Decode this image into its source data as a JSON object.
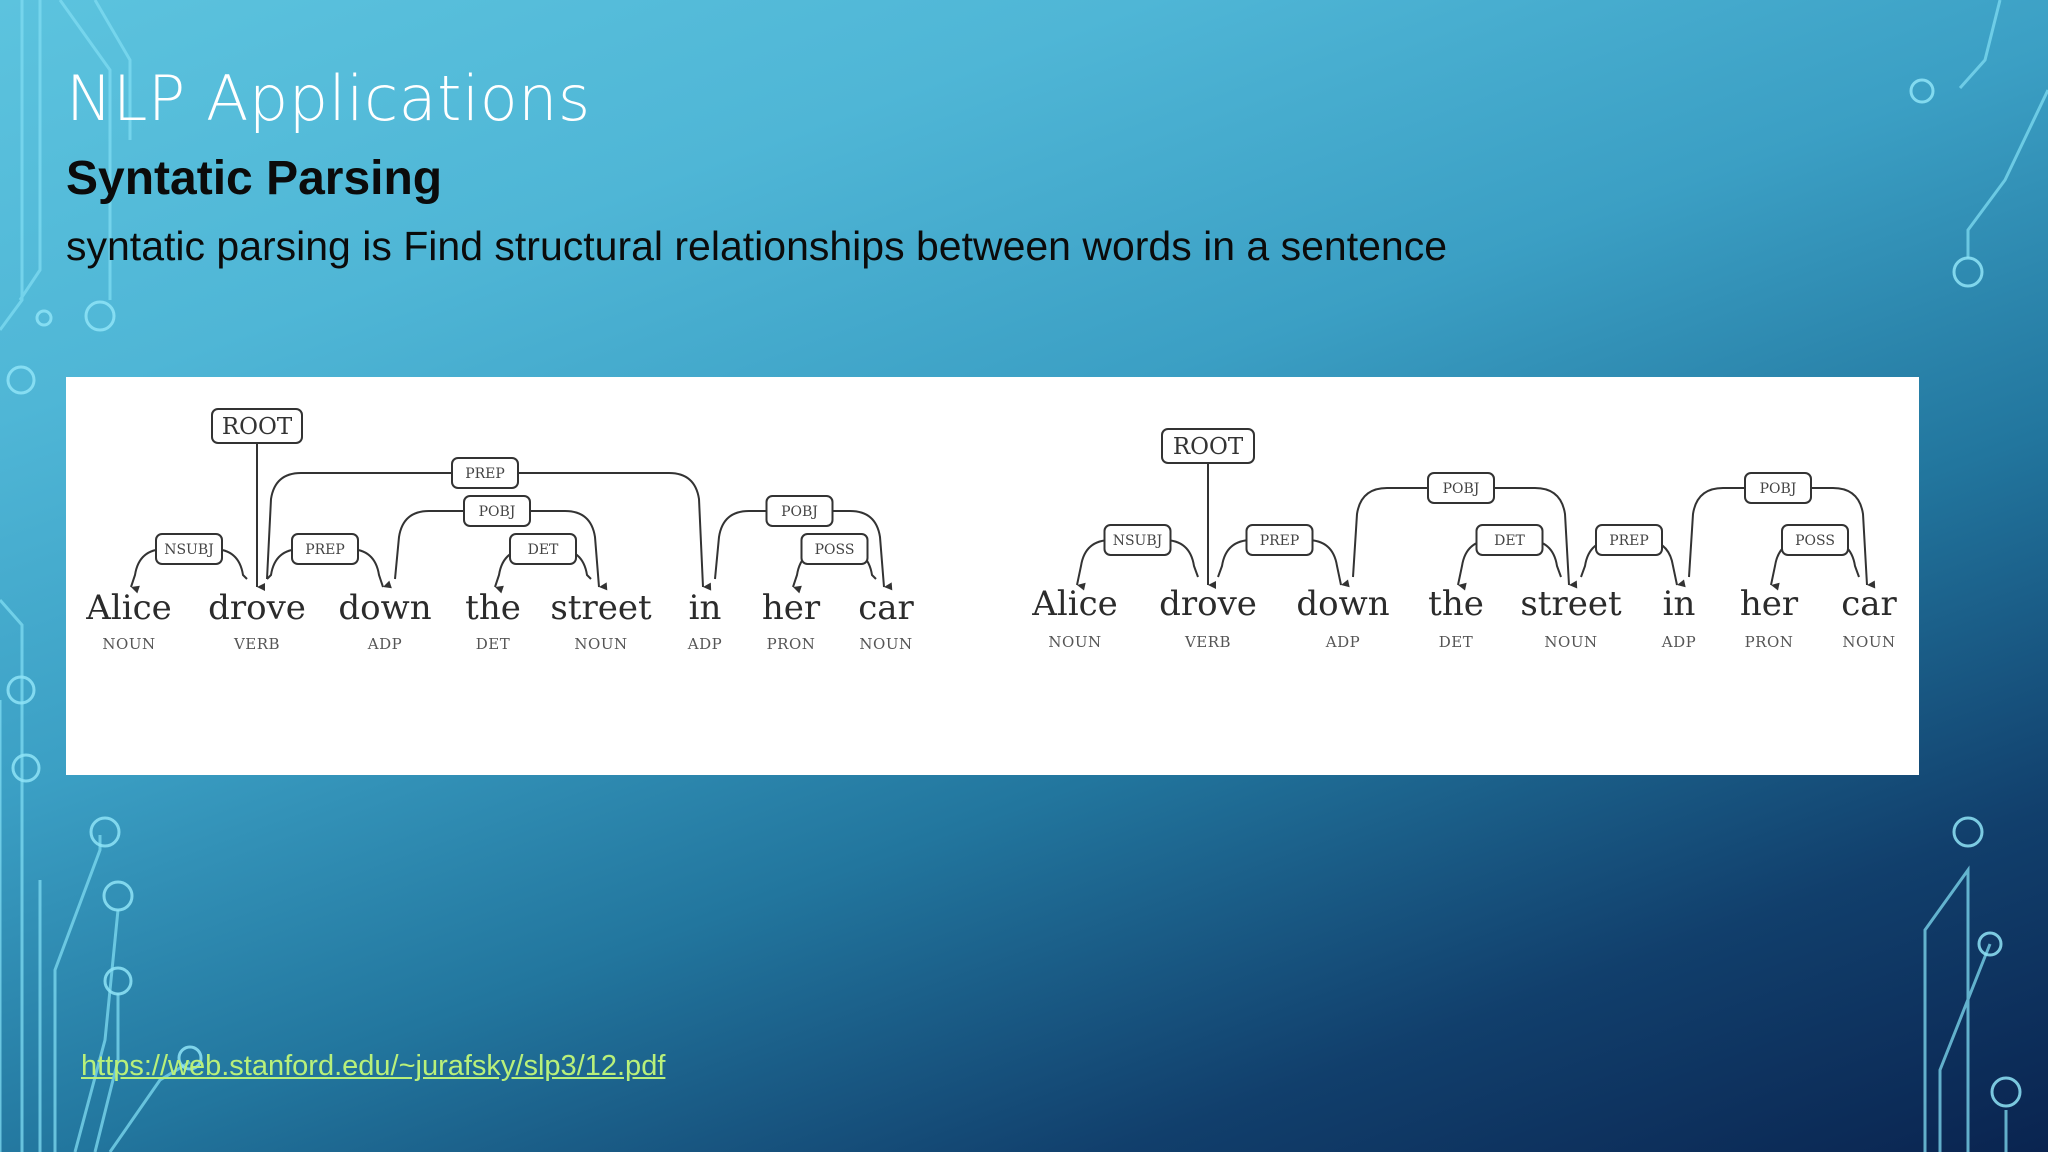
{
  "slide": {
    "title": "NLP Applications",
    "subtitle": "Syntatic Parsing",
    "description": "syntatic parsing is Find structural relationships between words in a sentence",
    "link": "https://web.stanford.edu/~jurafsky/slp3/12.pdf"
  },
  "colors": {
    "background_top": "#5cc3de",
    "background_bottom": "#0a2450",
    "title": "#ffffff",
    "body_text": "#0b0b0b",
    "link": "#b9f07a",
    "circuit": "#6fd3ee"
  },
  "figure": {
    "root_label": "ROOT",
    "parses": [
      {
        "words": [
          {
            "word": "Alice",
            "pos": "NOUN"
          },
          {
            "word": "drove",
            "pos": "VERB"
          },
          {
            "word": "down",
            "pos": "ADP"
          },
          {
            "word": "the",
            "pos": "DET"
          },
          {
            "word": "street",
            "pos": "NOUN"
          },
          {
            "word": "in",
            "pos": "ADP"
          },
          {
            "word": "her",
            "pos": "PRON"
          },
          {
            "word": "car",
            "pos": "NOUN"
          }
        ],
        "arcs": [
          {
            "head": 1,
            "dep": 0,
            "label": "NSUBJ"
          },
          {
            "head": 1,
            "dep": 2,
            "label": "PREP"
          },
          {
            "head": 2,
            "dep": 4,
            "label": "POBJ"
          },
          {
            "head": 4,
            "dep": 3,
            "label": "DET"
          },
          {
            "head": 1,
            "dep": 5,
            "label": "PREP"
          },
          {
            "head": 5,
            "dep": 7,
            "label": "POBJ"
          },
          {
            "head": 7,
            "dep": 6,
            "label": "POSS"
          }
        ]
      },
      {
        "words": [
          {
            "word": "Alice",
            "pos": "NOUN"
          },
          {
            "word": "drove",
            "pos": "VERB"
          },
          {
            "word": "down",
            "pos": "ADP"
          },
          {
            "word": "the",
            "pos": "DET"
          },
          {
            "word": "street",
            "pos": "NOUN"
          },
          {
            "word": "in",
            "pos": "ADP"
          },
          {
            "word": "her",
            "pos": "PRON"
          },
          {
            "word": "car",
            "pos": "NOUN"
          }
        ],
        "arcs": [
          {
            "head": 1,
            "dep": 0,
            "label": "NSUBJ"
          },
          {
            "head": 1,
            "dep": 2,
            "label": "PREP"
          },
          {
            "head": 2,
            "dep": 4,
            "label": "POBJ"
          },
          {
            "head": 4,
            "dep": 3,
            "label": "DET"
          },
          {
            "head": 4,
            "dep": 5,
            "label": "PREP"
          },
          {
            "head": 5,
            "dep": 7,
            "label": "POBJ"
          },
          {
            "head": 7,
            "dep": 6,
            "label": "POSS"
          }
        ]
      }
    ]
  }
}
